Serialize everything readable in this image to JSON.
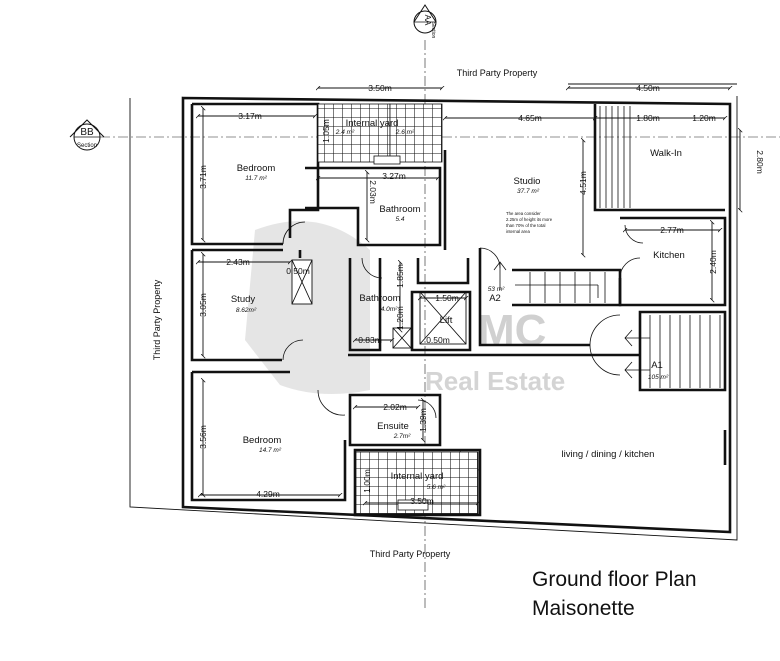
{
  "drawing": {
    "title_line1": "Ground floor Plan",
    "title_line2": "Maisonette",
    "section_aa": "AA",
    "section_bb": "BB",
    "section_word": "Section",
    "third_party_top": "Third Party Property",
    "third_party_bottom": "Third Party Property",
    "third_party_left": "Third Party Property",
    "watermark": "Real Estate",
    "watermark_logo": "MC"
  },
  "rooms": {
    "bedroom1": {
      "name": "Bedroom",
      "area": "11.7  m²"
    },
    "internal_yard1": {
      "name": "Internal yard",
      "area_a": "2.4 m²",
      "area_b": "2.6 m²"
    },
    "bathroom1": {
      "name": "Bathroom",
      "area": "5.4"
    },
    "studio": {
      "name": "Studio",
      "area": "37.7  m²",
      "note_1": "The area consider",
      "note_2": "2.25m of height its more",
      "note_3": "than 70% of the total",
      "note_4": "internal area"
    },
    "walkin": {
      "name": "Walk-In"
    },
    "kitchen": {
      "name": "Kitchen"
    },
    "study": {
      "name": "Study",
      "area": "8.62m²"
    },
    "bathroom2": {
      "name": "Bathroom",
      "area": "4.0m²"
    },
    "lift": {
      "name": "Lift"
    },
    "a2": {
      "name": "A2",
      "area": "53 m²"
    },
    "a1": {
      "name": "A1",
      "area": "105 m²"
    },
    "bedroom2": {
      "name": "Bedroom",
      "area": "14.7  m²"
    },
    "ensuite": {
      "name": "Ensuite",
      "area": "2.7m²"
    },
    "internal_yard2": {
      "name": "Internal yard",
      "area": "5.6 m²"
    },
    "living": {
      "name": "living / dining / kitchen"
    }
  },
  "dimensions": {
    "d350": "3.50m",
    "d450": "4.50m",
    "d317": "3.17m",
    "d465": "4.65m",
    "d180": "1.80m",
    "d120": "1.20m",
    "d280": "2.80m",
    "d371": "3.71m",
    "d327": "3.27m",
    "d203": "2.03m",
    "d451": "4.51m",
    "d277": "2.77m",
    "d240": "2.40m",
    "d243": "2.43m",
    "d050a": "0.50m",
    "d305": "3.05m",
    "d185": "1.85m",
    "d150": "1.50m",
    "d120b": "1.20m",
    "d083": "0.83m",
    "d050b": "0.50m",
    "d202": "2.02m",
    "d139": "1.39m",
    "d356": "3.56m",
    "d429": "4.29m",
    "d100": "1.00m",
    "d350b": "3.50m",
    "d105": "1.05m"
  }
}
